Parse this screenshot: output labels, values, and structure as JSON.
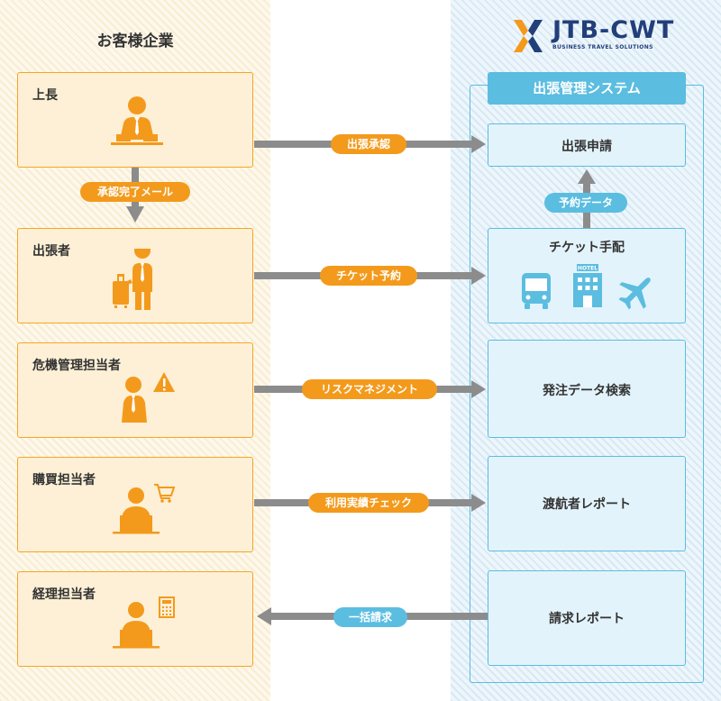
{
  "left_header": "お客様企業",
  "brand": {
    "name": "JTB-CWT",
    "tagline": "BUSINESS TRAVEL SOLUTIONS"
  },
  "system_header": "出張管理システム",
  "roles": [
    {
      "label": "上長",
      "icon": "manager-desk-icon"
    },
    {
      "label": "出張者",
      "icon": "traveler-suitcase-icon"
    },
    {
      "label": "危機管理担当者",
      "icon": "risk-manager-warning-icon"
    },
    {
      "label": "購買担当者",
      "icon": "purchaser-cart-icon"
    },
    {
      "label": "経理担当者",
      "icon": "accountant-calculator-icon"
    }
  ],
  "system_boxes": [
    {
      "label": "出張申請"
    },
    {
      "label": "チケット手配",
      "icons": [
        "bus-icon",
        "hotel-icon",
        "airplane-icon"
      ],
      "hotel_sign": "HOTEL"
    },
    {
      "label": "発注データ検索"
    },
    {
      "label": "渡航者レポート"
    },
    {
      "label": "請求レポート"
    }
  ],
  "flows": {
    "approval_mail": "承認完了メール",
    "trip_approval": "出張承認",
    "ticket_booking": "チケット予約",
    "risk_management": "リスクマネジメント",
    "usage_check": "利用実績チェック",
    "bulk_billing": "一括請求",
    "booking_data": "予約データ"
  },
  "colors": {
    "orange": "#f39a1c",
    "orange_border": "#f5a623",
    "orange_fill": "#fdf0d6",
    "blue": "#5bbde0",
    "blue_fill": "#e3f3fb",
    "arrow_gray": "#8c8c8c",
    "brand_navy": "#223f7a"
  }
}
